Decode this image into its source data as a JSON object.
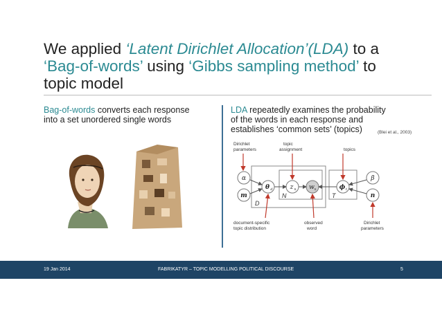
{
  "title": {
    "part1": "We applied ",
    "lda": "‘Latent Dirichlet Allocation’(LDA)",
    "part2": " to a",
    "bow": "‘Bag-of-words’",
    "part3": " using ",
    "gibbs": "‘Gibbs sampling method’",
    "part4": " to",
    "part5": "topic model"
  },
  "left": {
    "term": "Bag-of-words",
    "rest1": " converts each response",
    "line2": "into  a set unordered single words"
  },
  "right": {
    "term": "LDA",
    "rest1": " repeatedly examines the probability",
    "line2": "of the words in each response and",
    "line3": "establishes ‘common sets’ (topics)",
    "citation": "(Blei et al., 2003)"
  },
  "diagram": {
    "top_labels": {
      "dirichlet": [
        "Dirichlet",
        "parameters"
      ],
      "topic_assignment": [
        "topic",
        "assignment"
      ],
      "topics": "topics"
    },
    "nodes": {
      "alpha": "α",
      "m": "m",
      "theta": "θ",
      "theta_sub": "d",
      "z": "z",
      "z_sub": "n",
      "w": "w",
      "w_sub": "n",
      "phi": "ϕ",
      "phi_sub": "t",
      "beta": "β",
      "n": "n"
    },
    "plates": {
      "D": "D",
      "N": "N",
      "T": "T"
    },
    "bottom_labels": {
      "doc_topic": [
        "document-specific",
        "topic distribution"
      ],
      "observed": [
        "observed",
        "word"
      ],
      "dirichlet": [
        "Dirichlet",
        "parameters"
      ]
    }
  },
  "footer": {
    "date": "19 Jan 2014",
    "center": "FABRIKATYR – TOPIC MODELLING POLITICAL DISCOURSE",
    "page": "5"
  },
  "colors": {
    "teal": "#2b8a92",
    "footer": "#1e4465",
    "arrow": "#c0392b"
  }
}
